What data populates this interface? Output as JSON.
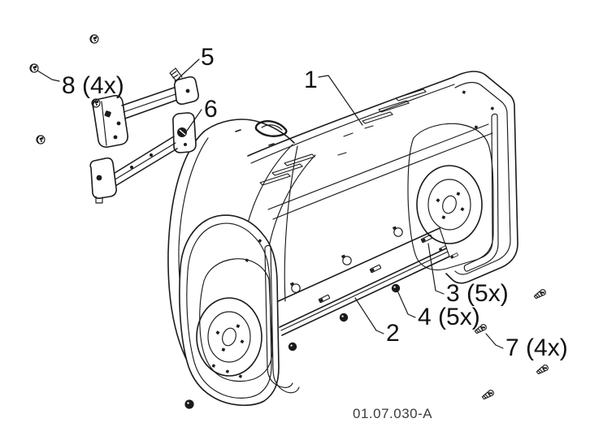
{
  "figure": {
    "drawing_number": "01.07.030-A",
    "background_color": "#ffffff",
    "line_color": "#1b1b1b",
    "label_color": "#111111",
    "drawing_number_color": "#3c3c3c"
  },
  "callouts": {
    "c1": {
      "label": "1"
    },
    "c2": {
      "label": "2"
    },
    "c3": {
      "label": "3 (5x)"
    },
    "c4": {
      "label": "4 (5x)"
    },
    "c5": {
      "label": "5"
    },
    "c6": {
      "label": "6"
    },
    "c7": {
      "label": "7 (4x)"
    },
    "c8": {
      "label": "8 (4x)"
    }
  }
}
